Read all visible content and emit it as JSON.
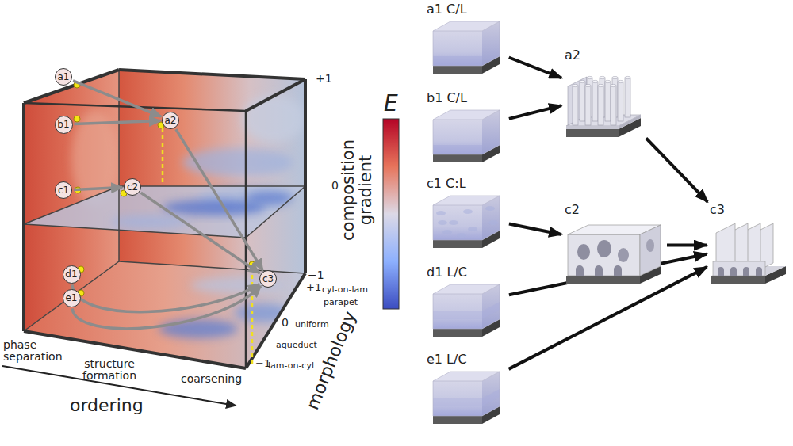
{
  "diagram": {
    "nodes": [
      {
        "text": [
          "a1"
        ]
      },
      {
        "text": [
          "b1"
        ]
      },
      {
        "text": [
          "a2"
        ]
      },
      {
        "text": [
          "c1"
        ]
      },
      {
        "text": [
          "c2"
        ]
      },
      {
        "text": [
          "d1"
        ]
      },
      {
        "text": [
          "e1"
        ]
      },
      {
        "text": [
          "c3"
        ]
      },
      {
        "text": [
          "a1 C/L"
        ]
      },
      {
        "text": [
          "b1 C/L"
        ]
      },
      {
        "text": [
          "c1 C:L"
        ]
      },
      {
        "text": [
          "d1 L/C"
        ]
      },
      {
        "text": [
          "e1 L/C"
        ]
      },
      {
        "text": [
          "a2"
        ]
      },
      {
        "text": [
          "c2"
        ]
      },
      {
        "text": [
          "c3"
        ]
      }
    ],
    "edges": [
      {
        "from": 0,
        "to": 2,
        "arrow": "to"
      },
      {
        "from": 1,
        "to": 2,
        "arrow": "to"
      },
      {
        "from": 3,
        "to": 4,
        "arrow": "to"
      },
      {
        "from": 2,
        "to": 7,
        "arrow": "to"
      },
      {
        "from": 4,
        "to": 7,
        "arrow": "to"
      },
      {
        "from": 5,
        "to": 7,
        "arrow": "to"
      },
      {
        "from": 6,
        "to": 7,
        "arrow": "to"
      },
      {
        "from": 8,
        "to": 13,
        "arrow": "to"
      },
      {
        "from": 9,
        "to": 13,
        "arrow": "to"
      },
      {
        "from": 13,
        "to": 15,
        "arrow": "to"
      },
      {
        "from": 10,
        "to": 14,
        "arrow": "to"
      },
      {
        "from": 14,
        "to": 15,
        "arrow": "to"
      },
      {
        "from": 11,
        "to": 15,
        "arrow": "to"
      },
      {
        "from": 12,
        "to": 15,
        "arrow": "to"
      }
    ],
    "labels": [
      "E",
      "+1",
      "0",
      "−1",
      "composition gradient",
      "+1",
      "cyl-on-lam",
      "parapet",
      "0",
      "uniform",
      "aqueduct",
      "−1",
      "lam-on-cyl",
      "morphology",
      "phase separation",
      "structure formation",
      "coarsening",
      "ordering"
    ]
  }
}
